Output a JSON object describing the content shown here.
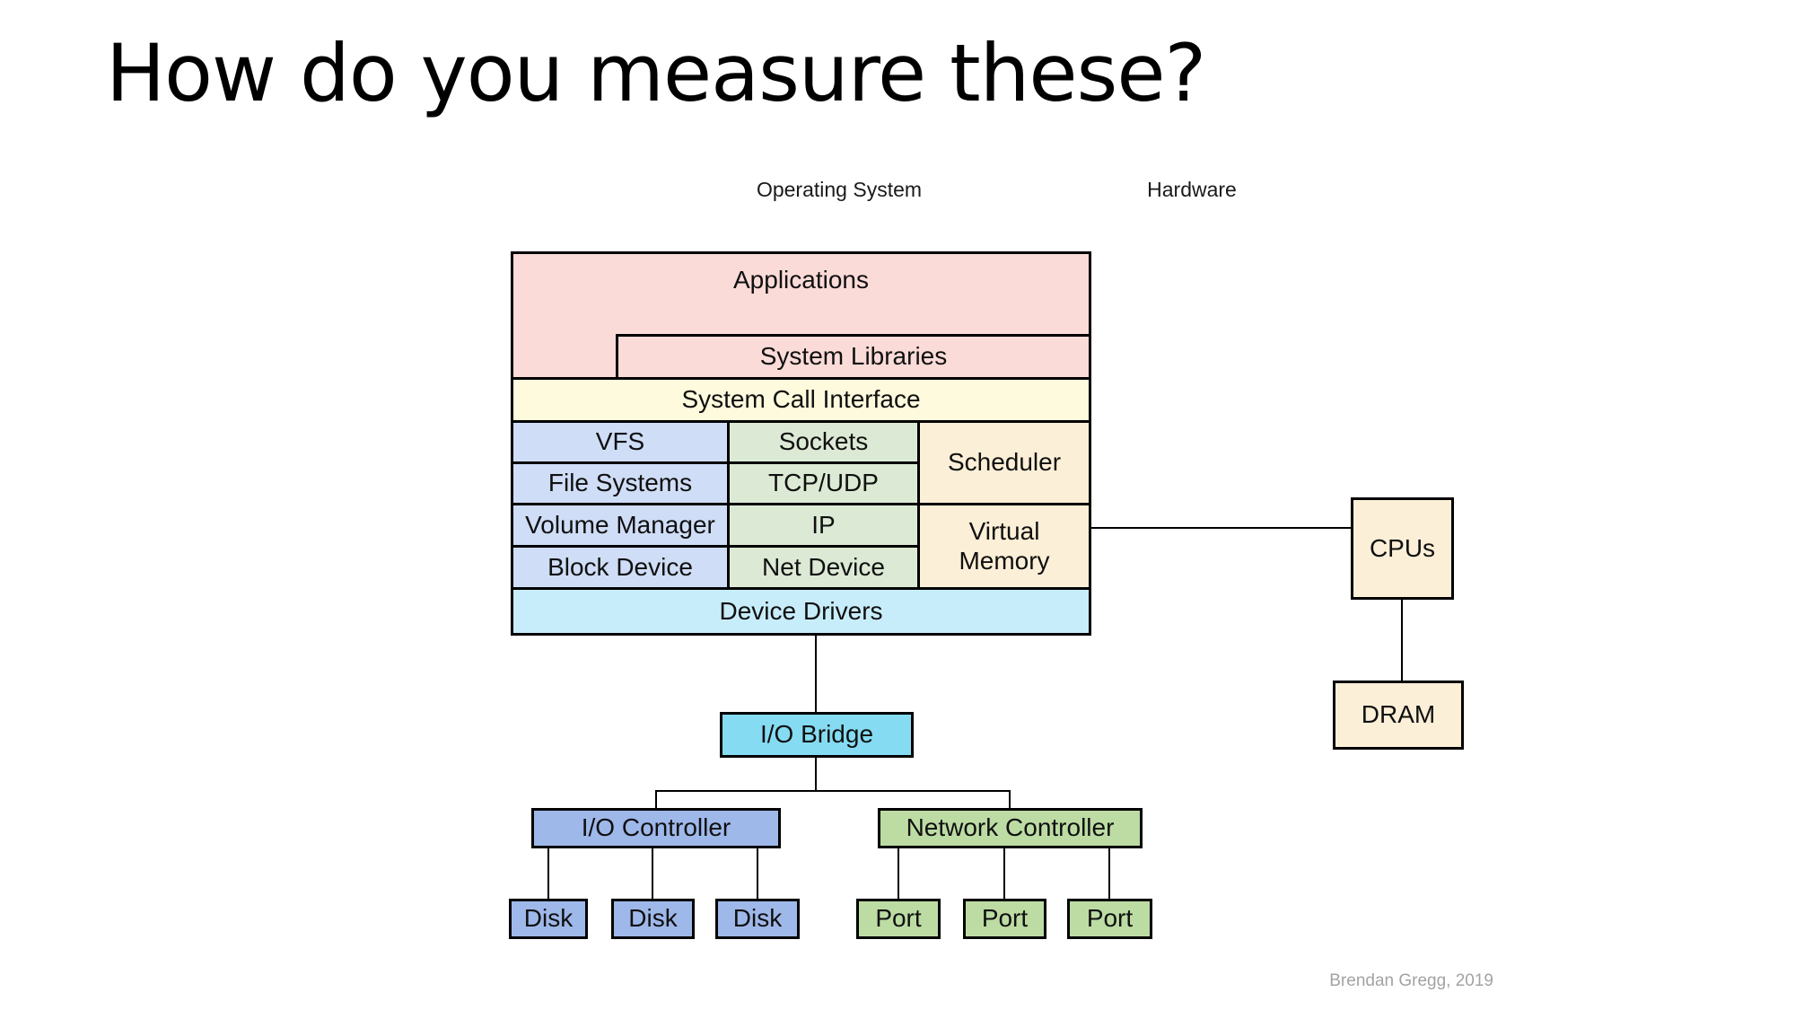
{
  "title": "How do you measure these?",
  "section_labels": {
    "operating_system": "Operating System",
    "hardware": "Hardware"
  },
  "diagram": {
    "kernel": {
      "applications": "Applications",
      "system_libraries": "System Libraries",
      "system_call_interface": "System Call Interface",
      "storage_column": [
        "VFS",
        "File Systems",
        "Volume Manager",
        "Block Device"
      ],
      "network_column": [
        "Sockets",
        "TCP/UDP",
        "IP",
        "Net Device"
      ],
      "scheduler": "Scheduler",
      "virtual_memory": "Virtual Memory",
      "device_drivers": "Device Drivers"
    },
    "hardware": {
      "io_bridge": "I/O Bridge",
      "io_controller": "I/O Controller",
      "network_controller": "Network Controller",
      "disks": [
        "Disk",
        "Disk",
        "Disk"
      ],
      "ports": [
        "Port",
        "Port",
        "Port"
      ],
      "cpus": "CPUs",
      "dram": "DRAM"
    }
  },
  "colors": {
    "pink": "#fbdbd8",
    "pale_yellow": "#fdfadd",
    "light_periwinkle": "#cfddf6",
    "light_green": "#dcead5",
    "cream": "#fcefd7",
    "light_cyan": "#c8edfa",
    "bright_cyan": "#85dcf2",
    "mid_periwinkle": "#9fb8ea",
    "mid_green": "#bcdca4",
    "border": "#000000"
  },
  "footer": "Brendan Gregg, 2019"
}
